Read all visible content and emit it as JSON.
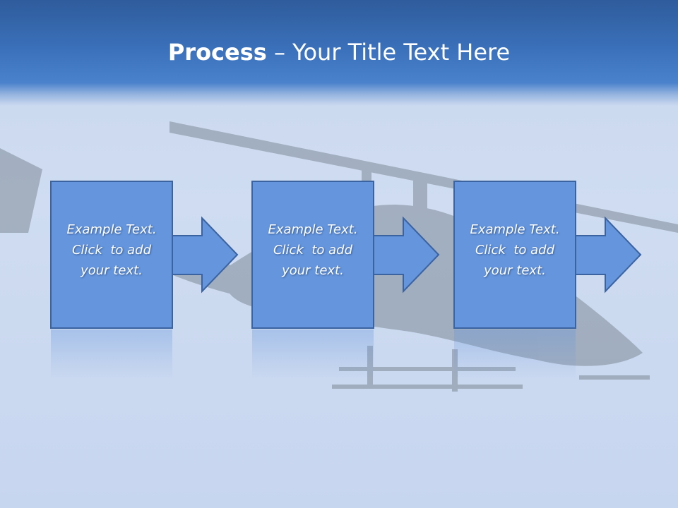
{
  "slide": {
    "title_bold": "Process",
    "title_rest": " – Your Title Text Here"
  },
  "steps": [
    {
      "line1": "Example Text.",
      "line2": "Click  to add",
      "line3": "your text."
    },
    {
      "line1": "Example Text.",
      "line2": "Click  to add",
      "line3": "your text."
    },
    {
      "line1": "Example Text.",
      "line2": "Click  to add",
      "line3": "your text."
    }
  ],
  "colors": {
    "header": "#3a70b9",
    "box_fill": "#6495dd",
    "box_stroke": "#3b63a0",
    "background": "#cfdcf1"
  }
}
